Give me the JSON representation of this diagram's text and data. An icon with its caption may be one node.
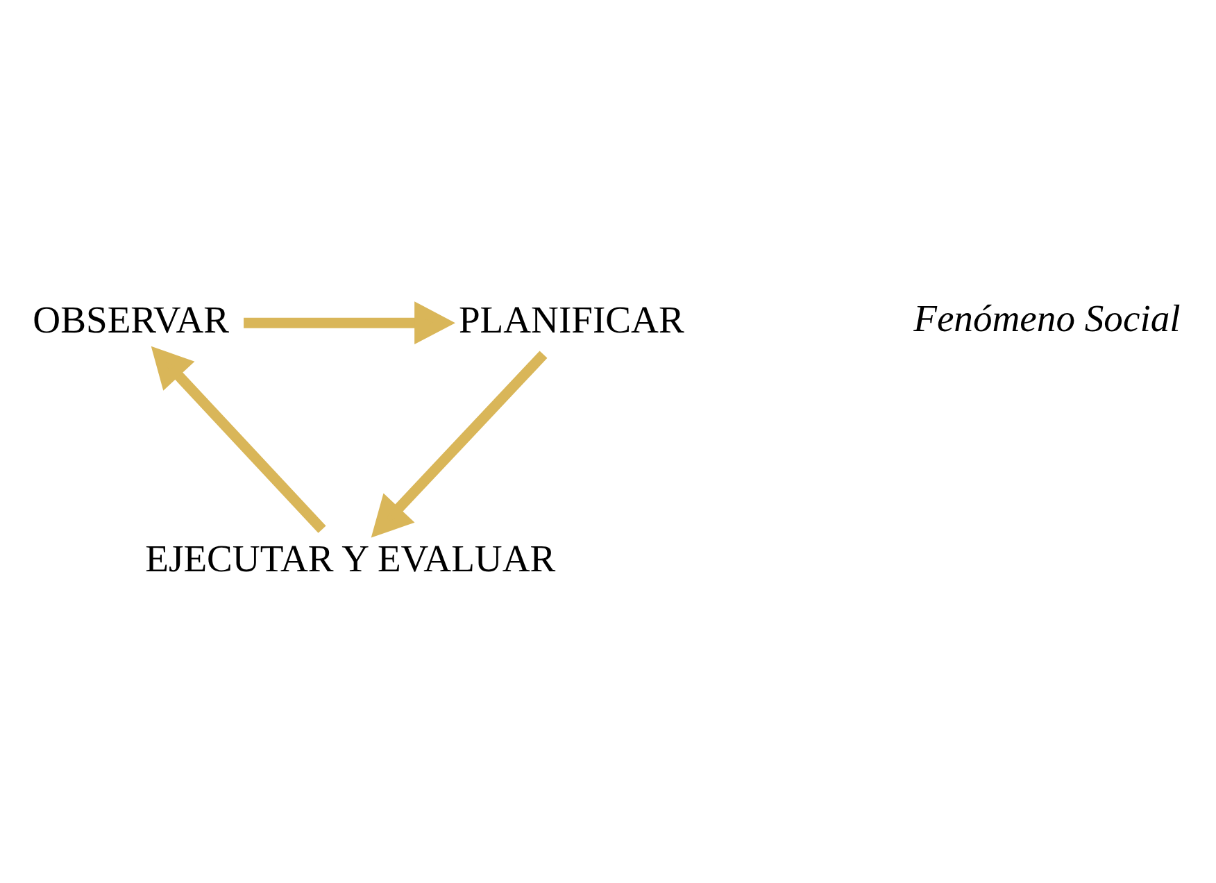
{
  "diagram": {
    "nodes": [
      {
        "text": [
          "OBSERVAR"
        ]
      },
      {
        "text": [
          "PLANIFICAR"
        ]
      },
      {
        "text": [
          "EJECUTAR Y EVALUAR"
        ]
      }
    ],
    "edges": [
      {
        "from": 0,
        "to": 1,
        "arrow": "to"
      },
      {
        "from": 1,
        "to": 2,
        "arrow": "to"
      },
      {
        "from": 2,
        "to": 0,
        "arrow": "to"
      }
    ],
    "labels": [
      "Fenómeno Social"
    ]
  }
}
